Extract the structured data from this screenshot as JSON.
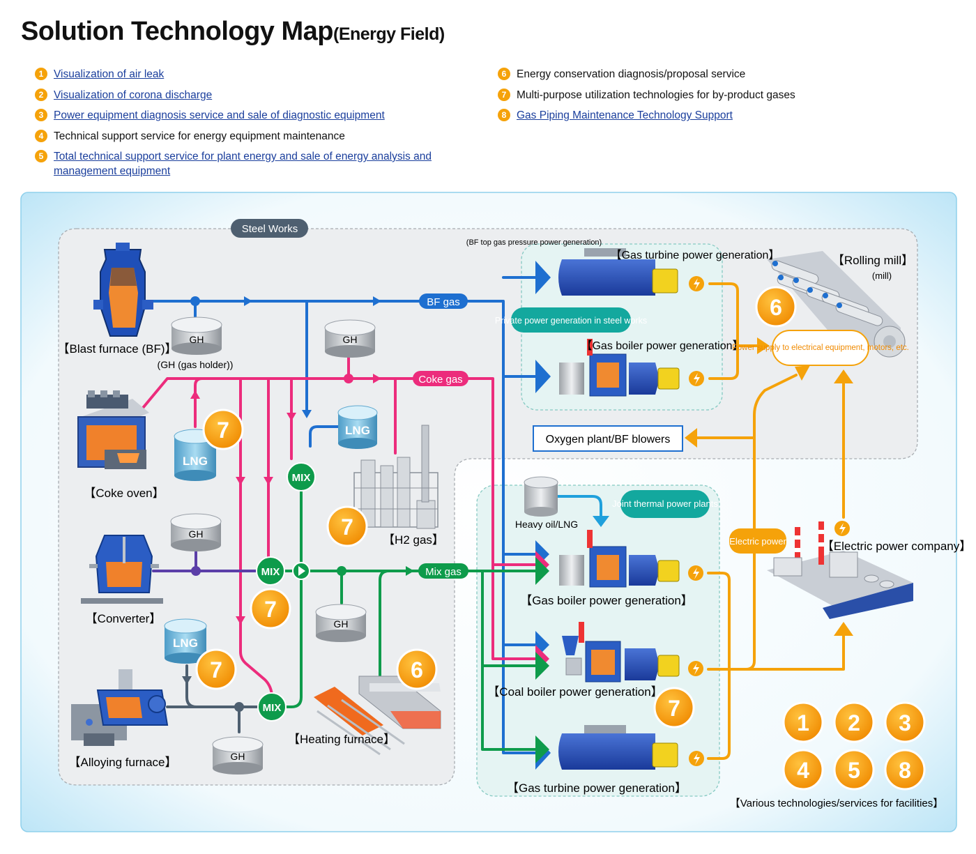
{
  "title": {
    "main": "Solution Technology Map",
    "sub": "(Energy Field)"
  },
  "legend": [
    {
      "num": "1",
      "text": "Visualization of air leak",
      "link": true
    },
    {
      "num": "2",
      "text": "Visualization of corona discharge",
      "link": true
    },
    {
      "num": "3",
      "text": "Power equipment diagnosis service and sale of diagnostic equipment",
      "link": true
    },
    {
      "num": "4",
      "text": "Technical support service for energy equipment maintenance",
      "link": false
    },
    {
      "num": "5",
      "text": "Total technical support service for plant energy and sale of energy analysis and management equipment",
      "link": true
    },
    {
      "num": "6",
      "text": "Energy conservation diagnosis/proposal service",
      "link": false
    },
    {
      "num": "7",
      "text": "Multi-purpose utilization technologies for by-product gases",
      "link": false
    },
    {
      "num": "8",
      "text": "Gas Piping Maintenance Technology Support",
      "link": true
    }
  ],
  "diagram": {
    "steel_works": "Steel Works",
    "facilities": {
      "blast_furnace": "【Blast furnace (BF)】",
      "gas_holder_note": "(GH (gas holder))",
      "coke_oven": "【Coke oven】",
      "converter": "【Converter】",
      "alloying_furnace": "【Alloying furnace】",
      "h2_gas": "【H2 gas】",
      "heating_furnace": "【Heating furnace】",
      "rolling_mill": "【Rolling mill】",
      "mill": "(mill)",
      "electric_company": "【Electric power company】",
      "oxygen_plant": "Oxygen plant/BF blowers",
      "heavy_oil": "Heavy oil/LNG"
    },
    "tanks": {
      "gh": "GH",
      "lng": "LNG"
    },
    "mix": "MIX",
    "gases": {
      "bf": "BF gas",
      "coke": "Coke gas",
      "mix": "Mix gas"
    },
    "power": {
      "bf_top": "(BF top gas pressure power generation)",
      "gas_turbine_top": "【Gas turbine power generation】",
      "gas_boiler_top": "【Gas boiler power generation】",
      "private": "Private power generation in steel works",
      "joint": "Joint thermal power plants",
      "gas_boiler": "【Gas boiler power generation】",
      "coal_boiler": "【Coal boiler power generation】",
      "gas_turbine": "【Gas turbine power generation】",
      "supply": "Power supply to electrical equipment, motors, etc.",
      "electric_power": "Electric power"
    },
    "badge_labels": [
      "6",
      "7"
    ],
    "various": {
      "numbers": [
        "1",
        "2",
        "3",
        "4",
        "5",
        "8"
      ],
      "caption": "【Various technologies/services for facilities】"
    }
  },
  "colors": {
    "bf": "#1e6fd0",
    "coke": "#ec2c7c",
    "mix": "#0e9b4b",
    "power": "#f5a20a",
    "converter": "#5b3ea8",
    "alloy": "#4e5f70",
    "oil": "#1fa0dc",
    "teal": "#13a89e"
  }
}
